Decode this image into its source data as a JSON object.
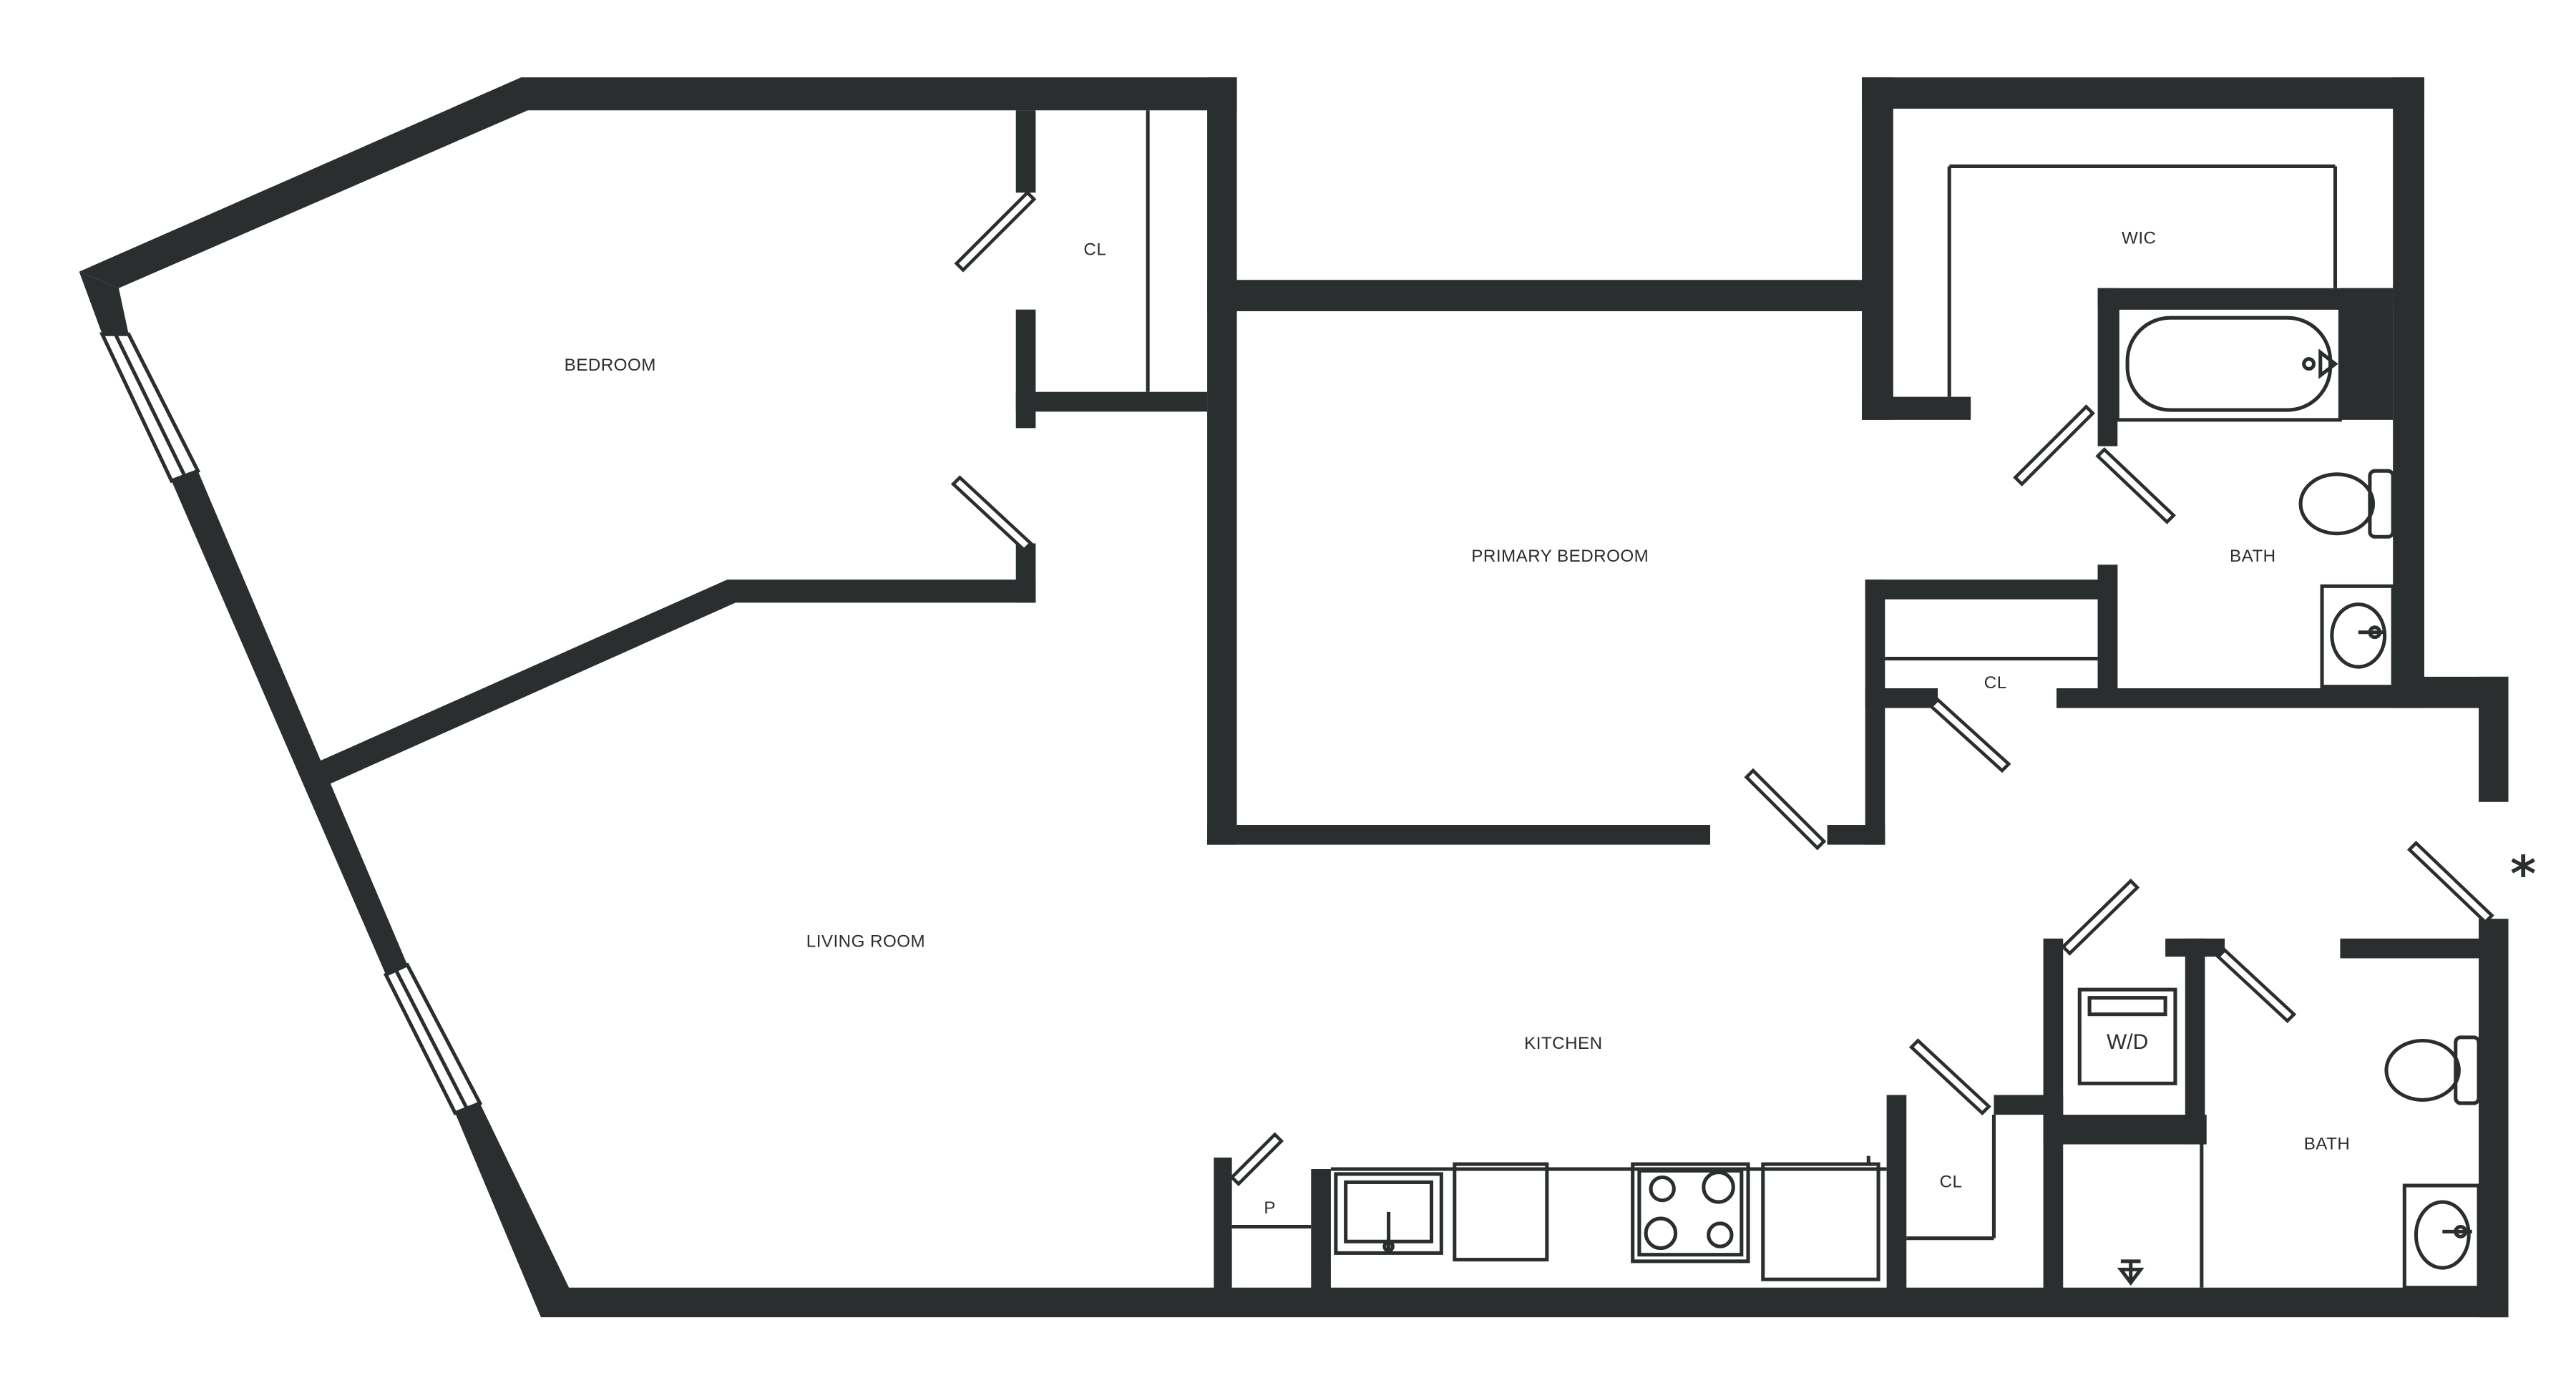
{
  "rooms": {
    "bedroom": "BEDROOM",
    "closet_bedroom": "CL",
    "primary_bedroom": "PRIMARY BEDROOM",
    "wic": "WIC",
    "bath_primary": "BATH",
    "closet_primary": "CL",
    "living_room": "LIVING ROOM",
    "kitchen": "KITCHEN",
    "pantry": "P",
    "closet_kitchen": "CL",
    "bath_second": "BATH"
  },
  "fixtures": {
    "washer_dryer": "W/D"
  },
  "entry_marker": "*",
  "colors": {
    "wall": "#2a2e2e",
    "background": "#ffffff"
  }
}
